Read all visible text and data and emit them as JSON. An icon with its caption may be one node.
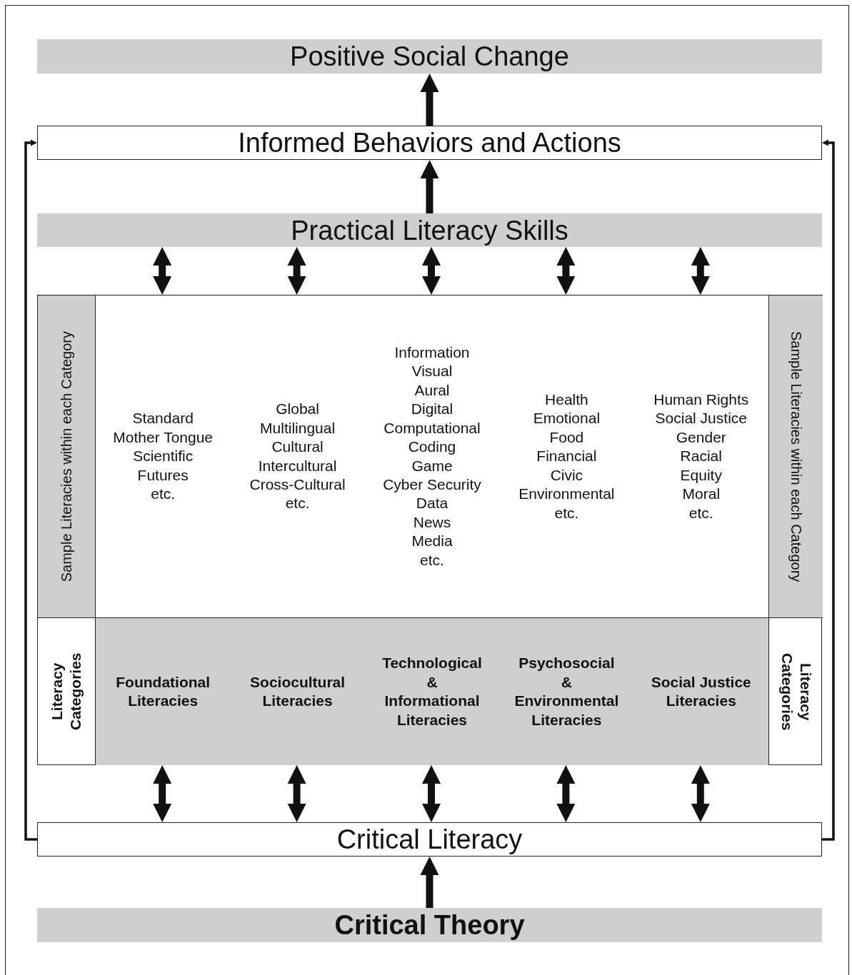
{
  "diagram": {
    "nodes": [
      {
        "text": [
          "Positive Social Change"
        ]
      },
      {
        "text": [
          "Informed Behaviors and Actions"
        ]
      },
      {
        "text": [
          "Practical Literacy Skills"
        ]
      },
      {
        "text": [],
        "shape": "box"
      },
      {
        "text": [
          "Sample Literacies within each Category"
        ],
        "in": 3
      },
      {
        "text": [
          "Standard",
          "Mother Tongue",
          "Scientific",
          "Futures",
          "etc."
        ],
        "in": 3
      },
      {
        "text": [
          "Global",
          "Multilingual",
          "Cultural",
          "Intercultural",
          "Cross-Cultural",
          "etc."
        ],
        "in": 3
      },
      {
        "text": [
          "Information",
          "Visual",
          "Aural",
          "Digital",
          "Computational",
          "Coding",
          "Game",
          "Cyber Security",
          "Data",
          "News",
          "Media",
          "etc."
        ],
        "in": 3
      },
      {
        "text": [
          "Health",
          "Emotional",
          "Food",
          "Financial",
          "Civic",
          "Environmental",
          "etc."
        ],
        "in": 3
      },
      {
        "text": [
          "Human Rights",
          "Social Justice",
          "Gender",
          "Racial",
          "Equity",
          "Moral",
          "etc."
        ],
        "in": 3
      },
      {
        "text": [
          "Sample Literacies within each Category"
        ],
        "in": 3
      },
      {
        "text": [
          "Literacy Categories"
        ],
        "in": 3
      },
      {
        "text": [
          "Foundational Literacies"
        ],
        "in": 3
      },
      {
        "text": [
          "Sociocultural Literacies"
        ],
        "in": 3
      },
      {
        "text": [
          "Technological & Informational Literacies"
        ],
        "in": 3
      },
      {
        "text": [
          "Psychosocial & Environmental Literacies"
        ],
        "in": 3
      },
      {
        "text": [
          "Social Justice Literacies"
        ],
        "in": 3
      },
      {
        "text": [
          "Literacy Categories"
        ],
        "in": 3
      },
      {
        "text": [
          "Critical Literacy"
        ]
      },
      {
        "text": [
          "Critical Theory"
        ]
      }
    ],
    "edges": [
      {
        "from": 1,
        "to": 0,
        "arrow": "to"
      },
      {
        "from": 2,
        "to": 1,
        "arrow": "to"
      },
      {
        "from": 2,
        "to": 5,
        "arrow": "both"
      },
      {
        "from": 2,
        "to": 6,
        "arrow": "both"
      },
      {
        "from": 2,
        "to": 7,
        "arrow": "both"
      },
      {
        "from": 2,
        "to": 8,
        "arrow": "both"
      },
      {
        "from": 2,
        "to": 9,
        "arrow": "both"
      },
      {
        "from": 12,
        "to": 18,
        "arrow": "both"
      },
      {
        "from": 13,
        "to": 18,
        "arrow": "both"
      },
      {
        "from": 14,
        "to": 18,
        "arrow": "both"
      },
      {
        "from": 15,
        "to": 18,
        "arrow": "both"
      },
      {
        "from": 16,
        "to": 18,
        "arrow": "both"
      },
      {
        "from": 18,
        "to": 1,
        "arrow": "to"
      },
      {
        "from": 18,
        "to": 1,
        "arrow": "to"
      },
      {
        "from": 19,
        "to": 18,
        "arrow": "to"
      }
    ]
  }
}
